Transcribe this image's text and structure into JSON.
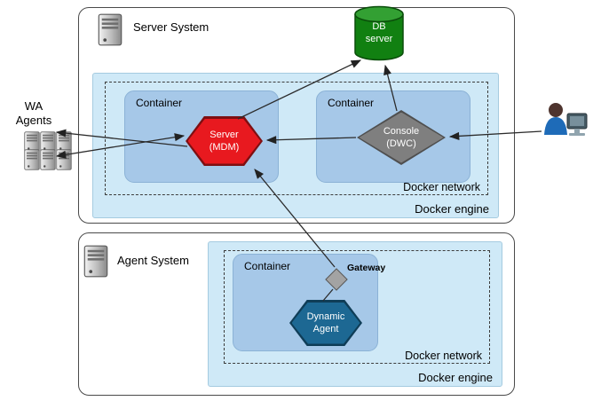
{
  "server_system": {
    "title": "Server System",
    "db_server_label": "DB server",
    "docker_engine_label": "Docker engine",
    "docker_network_label": "Docker network",
    "container_left": {
      "title": "Container",
      "node_label": "Server (MDM)"
    },
    "container_right": {
      "title": "Container",
      "node_label": "Console (DWC)"
    }
  },
  "agent_system": {
    "title": "Agent System",
    "docker_engine_label": "Docker engine",
    "docker_network_label": "Docker network",
    "container": {
      "title": "Container",
      "gateway_label": "Gateway",
      "node_label": "Dynamic Agent"
    }
  },
  "external": {
    "wa_agents_label": "WA Agents"
  },
  "icons": {
    "server_system": "server-tower-icon",
    "agent_system": "server-tower-icon",
    "wa_agents": "server-stack-icon",
    "db": "database-cylinder-icon",
    "user": "person-at-computer-icon",
    "gateway": "small-diamond-icon"
  },
  "colors": {
    "docker_engine_bg": "#cfe9f7",
    "container_bg": "#a6c8e8",
    "mdm_red": "#e8191f",
    "console_gray": "#7f7f7f",
    "db_green": "#118011",
    "dynamic_agent_blue": "#1d6893",
    "gateway_gray": "#a3a3a3",
    "box_border": "#4a4a4a"
  }
}
